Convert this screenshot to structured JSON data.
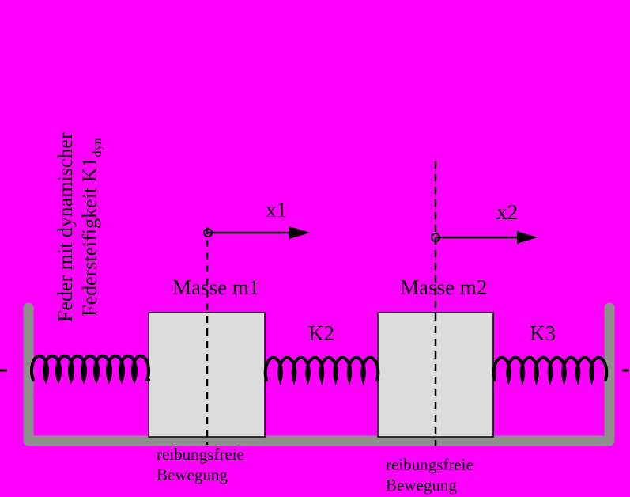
{
  "colors": {
    "background": "#ff00ff",
    "mass_fill": "#dcdcdc",
    "trough_gray": "#8f8f8f",
    "line_black": "#000000"
  },
  "left_spring_label": {
    "line1": "Feder mit dynamischer",
    "line2": "Federsteifigkeit K1",
    "subscript": "dyn"
  },
  "masses": {
    "mass1": "Masse m1",
    "mass2": "Masse m2"
  },
  "axes": {
    "x1": "x1",
    "x2": "x2"
  },
  "springs": {
    "k2": "K2",
    "k3": "K3"
  },
  "friction_notes": {
    "note1_line1": "reibungsfreie",
    "note1_line2": "Bewegung",
    "note2_line1": "reibungsfreie",
    "note2_line2": "Bewegung"
  }
}
